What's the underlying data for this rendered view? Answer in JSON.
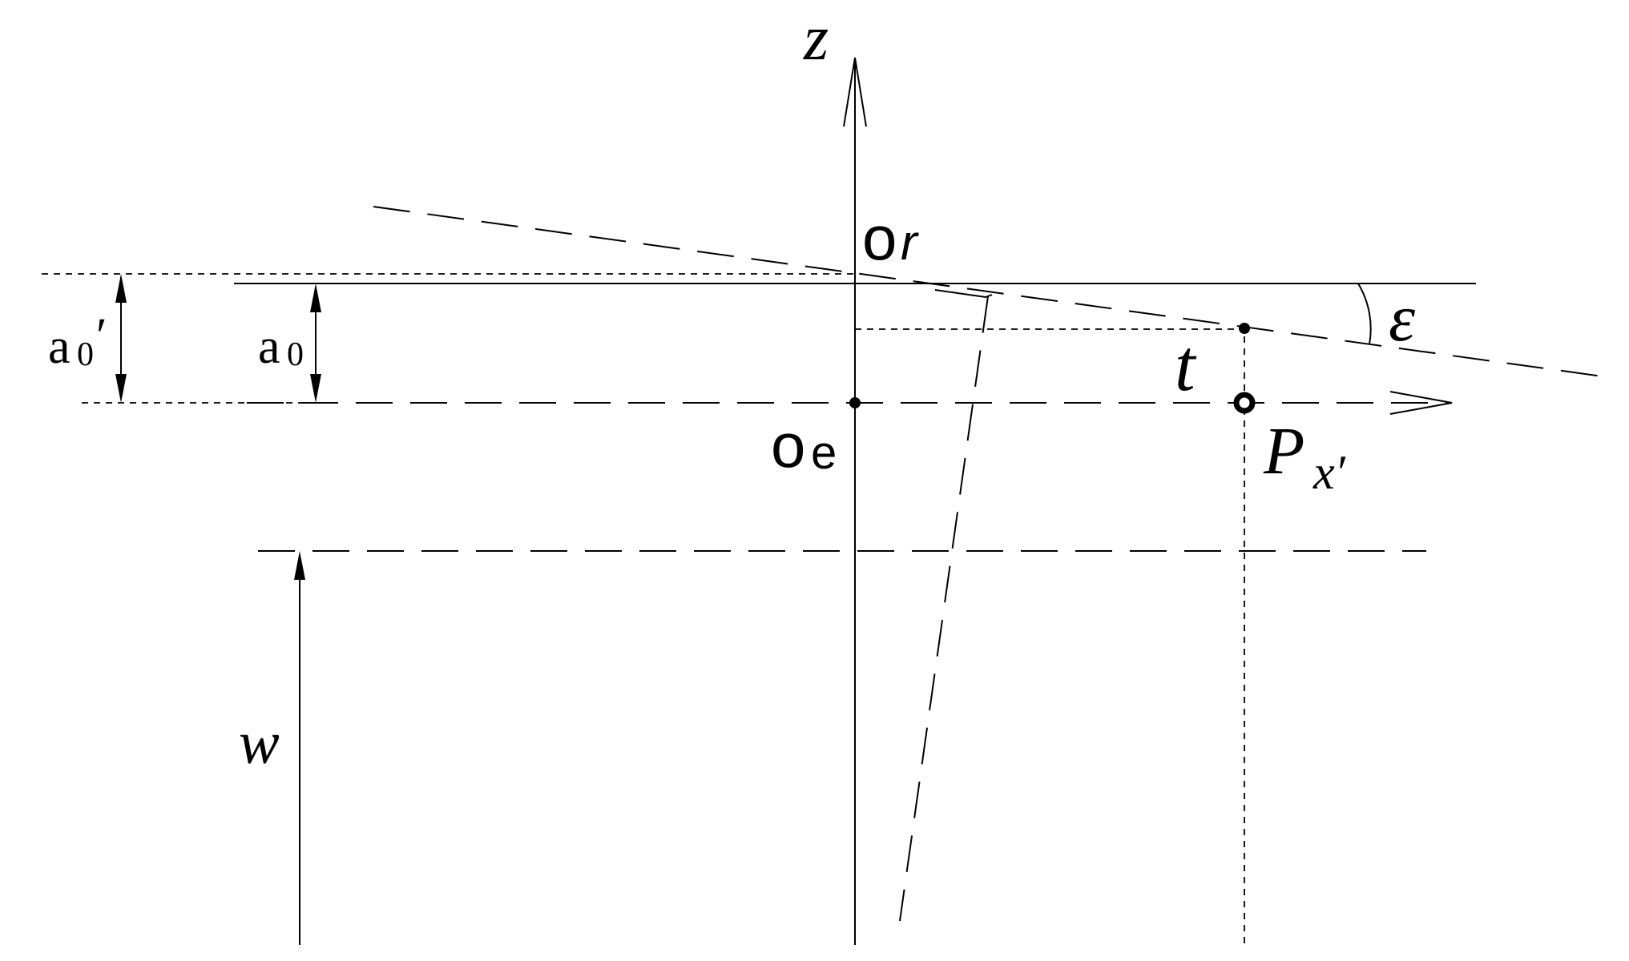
{
  "labels": {
    "z_axis": "z",
    "origin_r": "o",
    "origin_r_sub": "r",
    "origin_e": "o",
    "origin_e_sub": "e",
    "angle": "ε",
    "t": "t",
    "point_p": "P",
    "point_p_sub": "x′",
    "a0_prime": "a",
    "a0_prime_sub": "0",
    "a0_prime_mark": "′",
    "a0": "a",
    "a0_sub": "0",
    "w": "w"
  }
}
